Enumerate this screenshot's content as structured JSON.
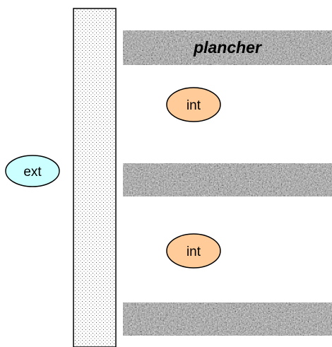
{
  "diagram": {
    "slab_label": "plancher",
    "exterior_label": "ext",
    "interior_labels": [
      "int",
      "int"
    ],
    "colors": {
      "wall_fill": "#ffffff",
      "wall_dots": "#555555",
      "slab_base": "#9a9a9a",
      "ext_fill": "#ccffff",
      "int_fill": "#ffcc99"
    }
  }
}
